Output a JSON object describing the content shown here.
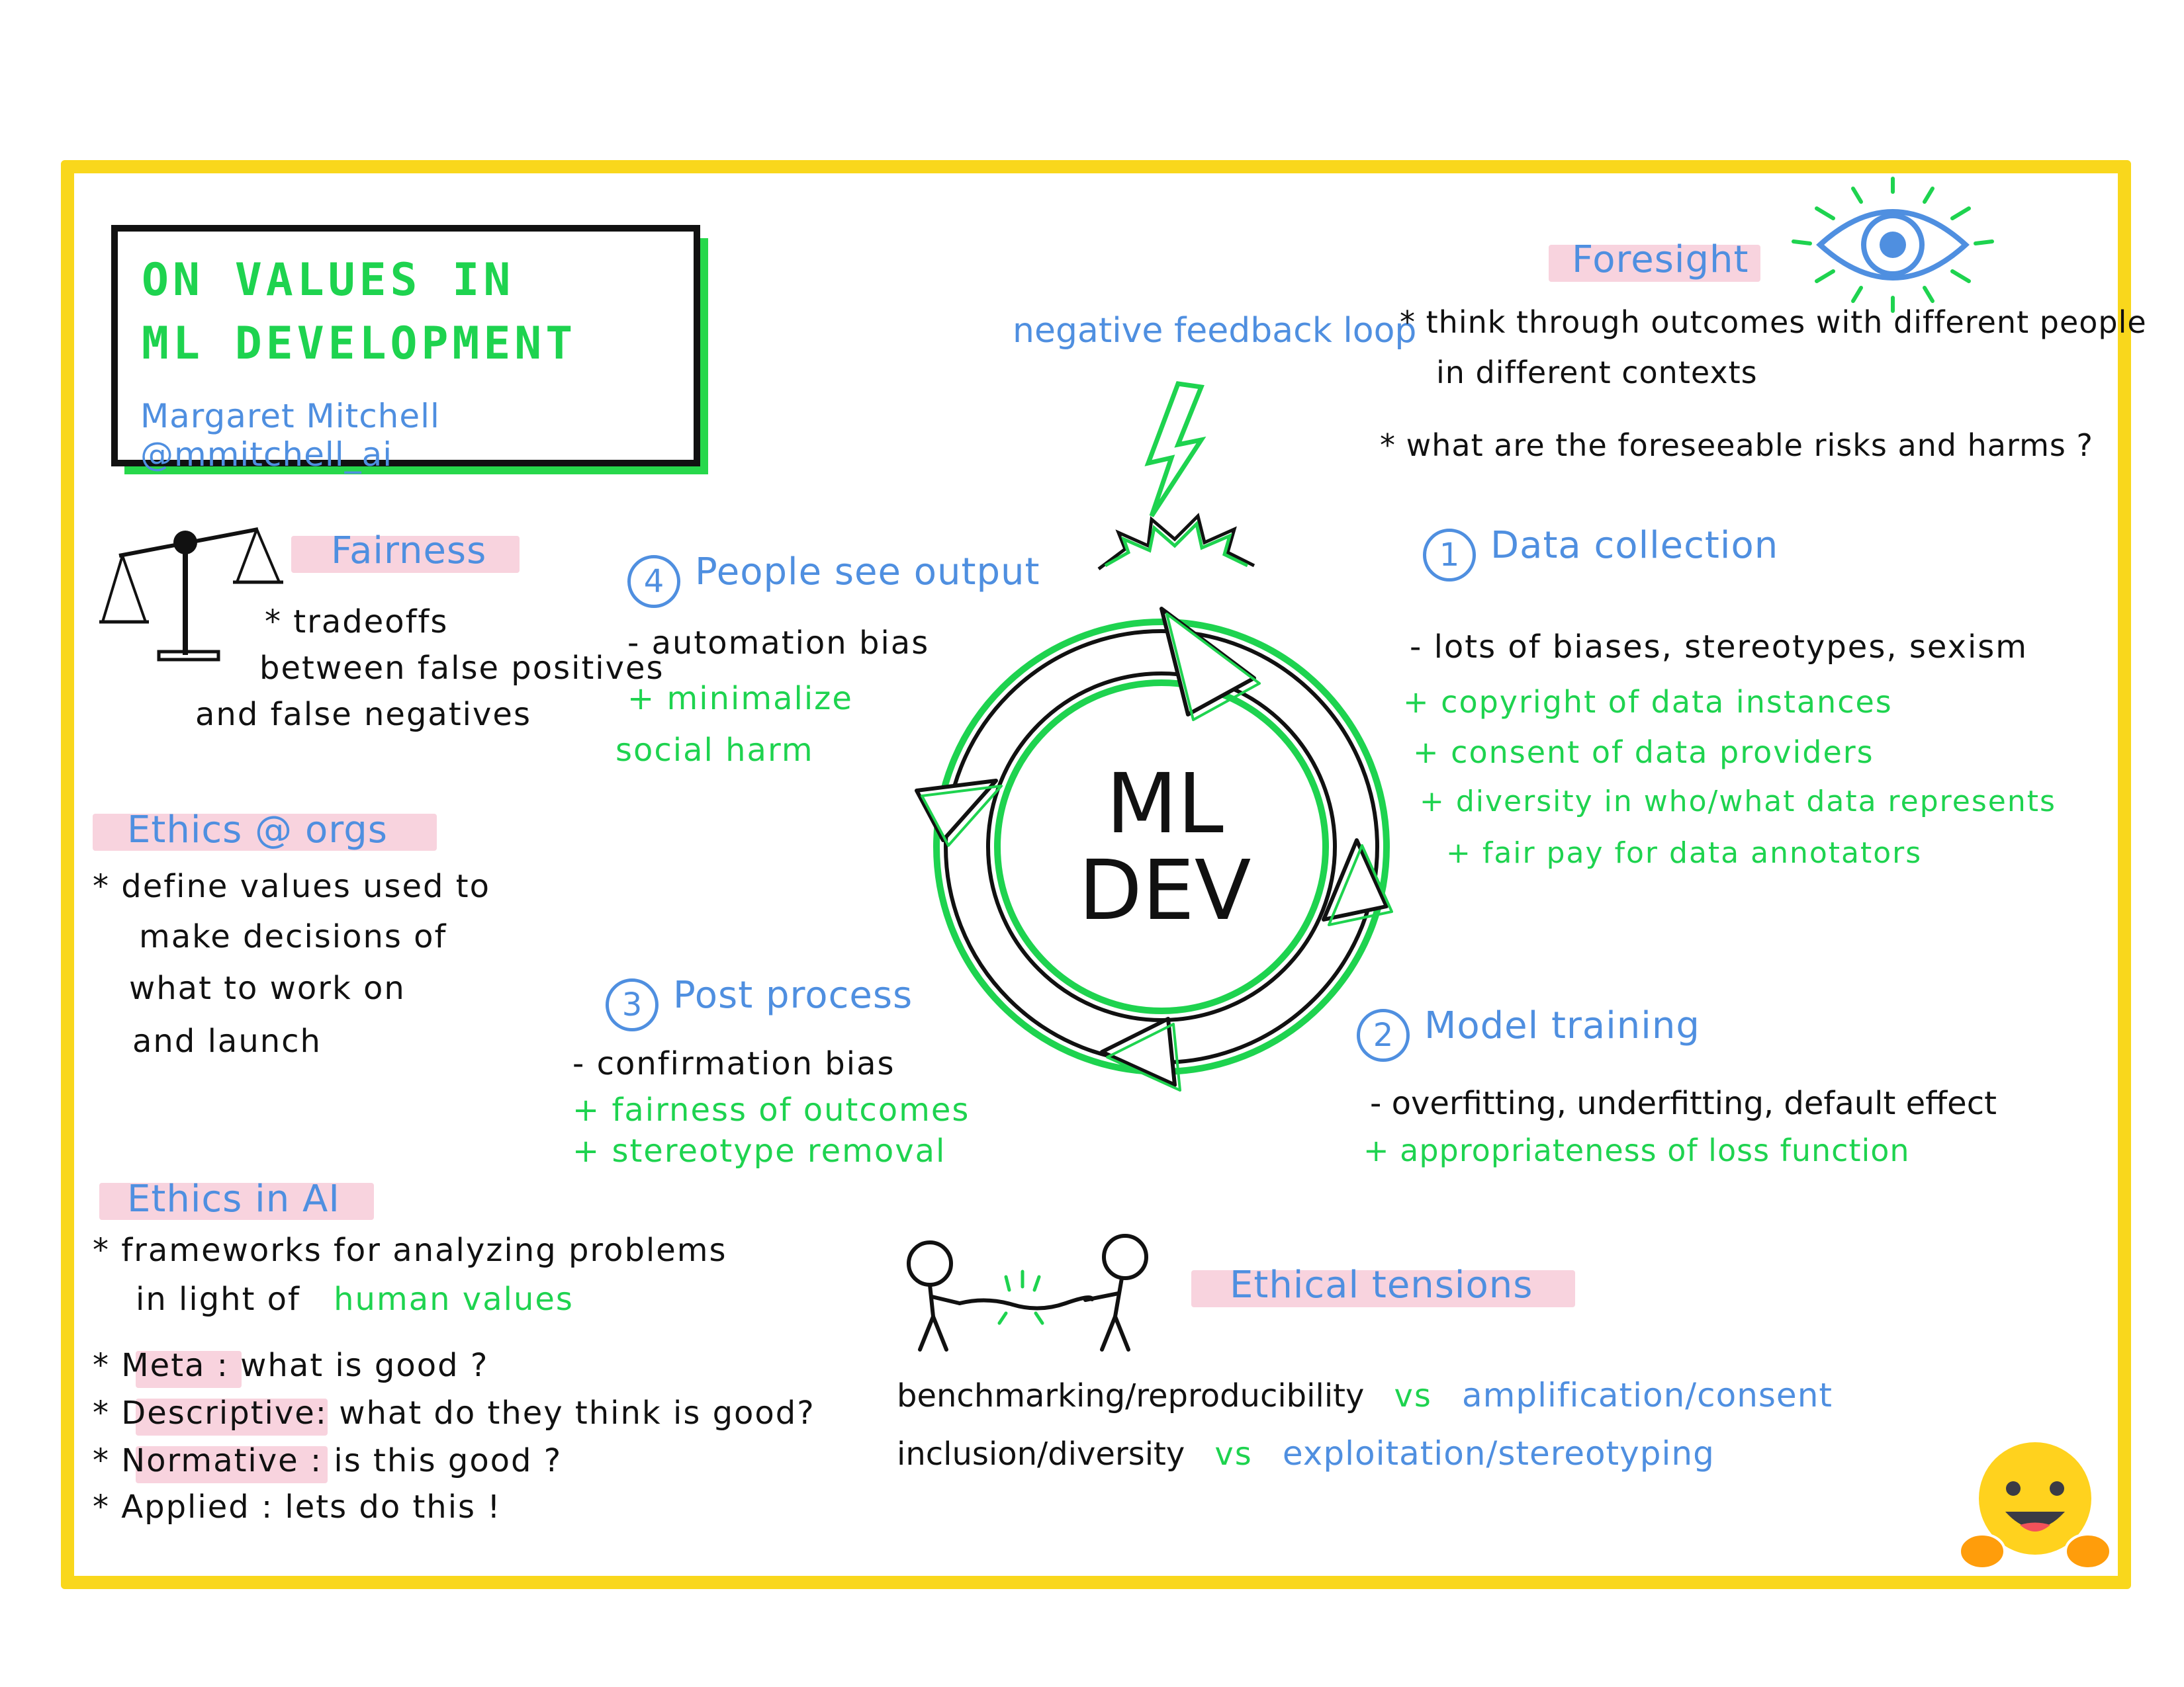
{
  "title": {
    "line1": "ON VALUES IN",
    "line2": "ML DEVELOPMENT",
    "author": "Margaret Mitchell",
    "handle": "@mmitchell_ai"
  },
  "fairness": {
    "heading": "Fairness",
    "line1": "* tradeoffs",
    "line2": "between false positives",
    "line3": "and false negatives"
  },
  "ethics_orgs": {
    "heading": "Ethics @ orgs",
    "line1": "* define values used to",
    "line2": "make decisions of",
    "line3": "what to work on",
    "line4": "and launch"
  },
  "ethics_ai": {
    "heading": "Ethics in AI",
    "line1": "* frameworks for analyzing problems",
    "line2a": "in light of",
    "line2b": "human values",
    "items": [
      {
        "term": "Meta",
        "rest": ":  what is good ?"
      },
      {
        "term": "Descriptive",
        "rest": ": what do they think is good?"
      },
      {
        "term": "Normative",
        "rest": ":  is this good ?"
      },
      {
        "term": "Applied",
        "rest": ":  lets do this !"
      }
    ]
  },
  "cycle": {
    "center_line1": "ML",
    "center_line2": "DEV",
    "feedback": "negative feedback loop"
  },
  "step4": {
    "num": "4",
    "heading": "People see output",
    "minus": "- automation bias",
    "plus1": "+ minimalize",
    "plus2": "social harm"
  },
  "step3": {
    "num": "3",
    "heading": "Post process",
    "minus": "- confirmation bias",
    "plus1": "+ fairness of outcomes",
    "plus2": "+ stereotype removal"
  },
  "step1": {
    "num": "1",
    "heading": "Data collection",
    "minus": "- lots of biases, stereotypes, sexism",
    "plus": [
      "+ copyright of data instances",
      "+ consent of data providers",
      "+ diversity in who/what data represents",
      "+ fair pay for data annotators"
    ]
  },
  "step2": {
    "num": "2",
    "heading": "Model training",
    "minus": "- overfitting, underfitting, default effect",
    "plus": "+ appropriateness of loss function"
  },
  "foresight": {
    "heading": "Foresight",
    "line1": "* think through outcomes with different people",
    "line2": "in different contexts",
    "line3": "* what are the foreseeable risks and harms ?"
  },
  "tensions": {
    "heading": "Ethical tensions",
    "row1_left": "benchmarking/reproducibility",
    "row1_vs": "vs",
    "row1_right": "amplification/consent",
    "row2_left": "inclusion/diversity",
    "row2_vs": "vs",
    "row2_right": "exploitation/stereotyping"
  },
  "colors": {
    "frame": "#f9d71c",
    "green": "#1ed34f",
    "blue": "#4f8fe0",
    "pink": "#f8d3de"
  },
  "icons": [
    "scales-icon",
    "eye-icon",
    "lightning-icon",
    "tug-of-war-icon",
    "hugging-face-icon"
  ]
}
